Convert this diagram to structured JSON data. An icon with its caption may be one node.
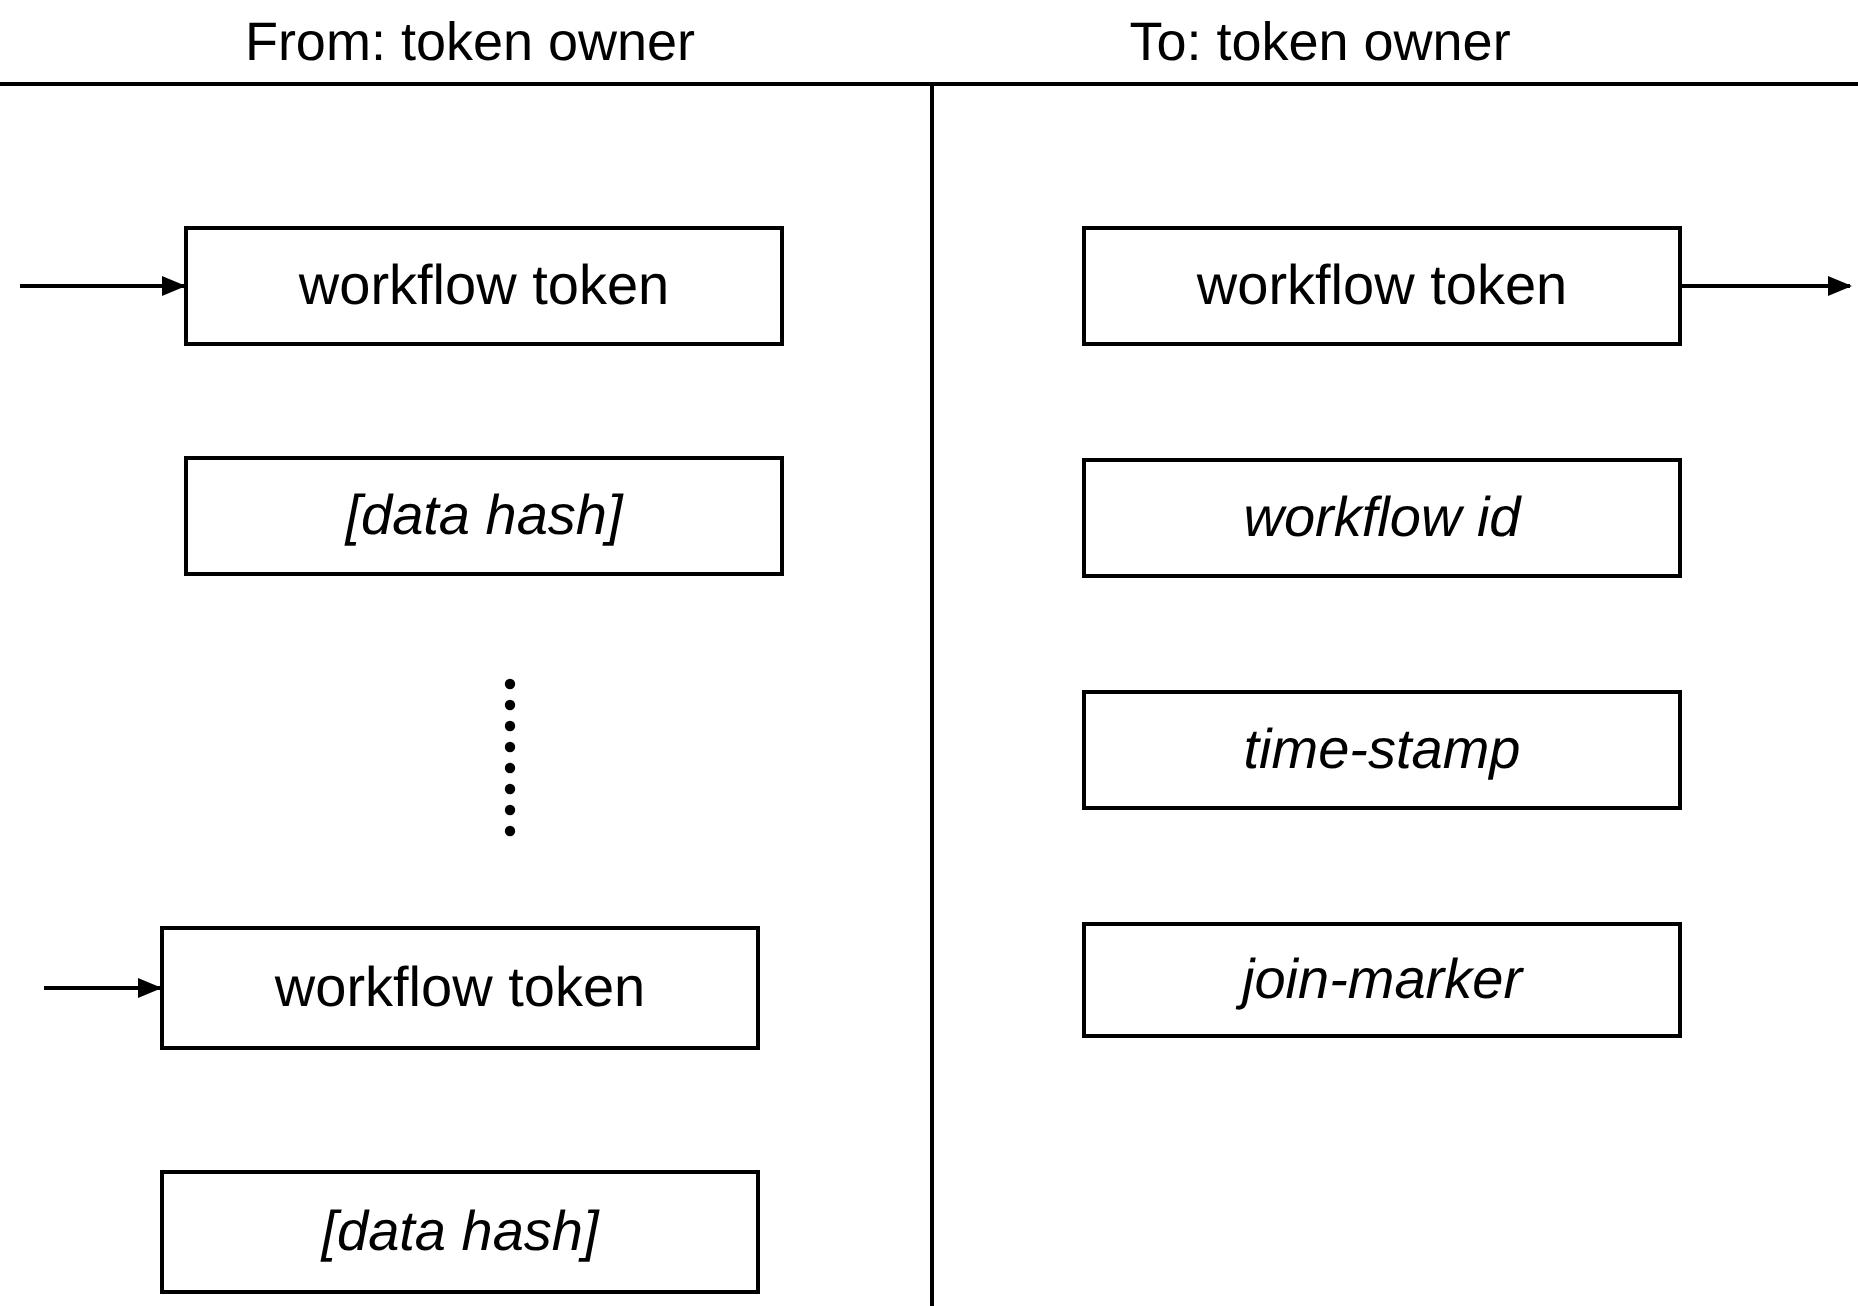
{
  "diagram": {
    "nodes": [
      {
        "text": [
          "workflow token"
        ]
      },
      {
        "text": [
          "[data hash]"
        ]
      },
      {
        "text": [
          "workflow token"
        ]
      },
      {
        "text": [
          "[data hash]"
        ]
      },
      {
        "text": [
          "workflow token"
        ]
      },
      {
        "text": [
          "workflow id"
        ]
      },
      {
        "text": [
          "time-stamp"
        ]
      },
      {
        "text": [
          "join-marker"
        ]
      }
    ],
    "edges": [
      {
        "from": null,
        "to": 0,
        "arrow": "to"
      },
      {
        "from": null,
        "to": 2,
        "arrow": "to"
      },
      {
        "from": 4,
        "to": null,
        "arrow": "to"
      }
    ],
    "labels": [
      "From: token owner",
      "To: token owner"
    ]
  }
}
